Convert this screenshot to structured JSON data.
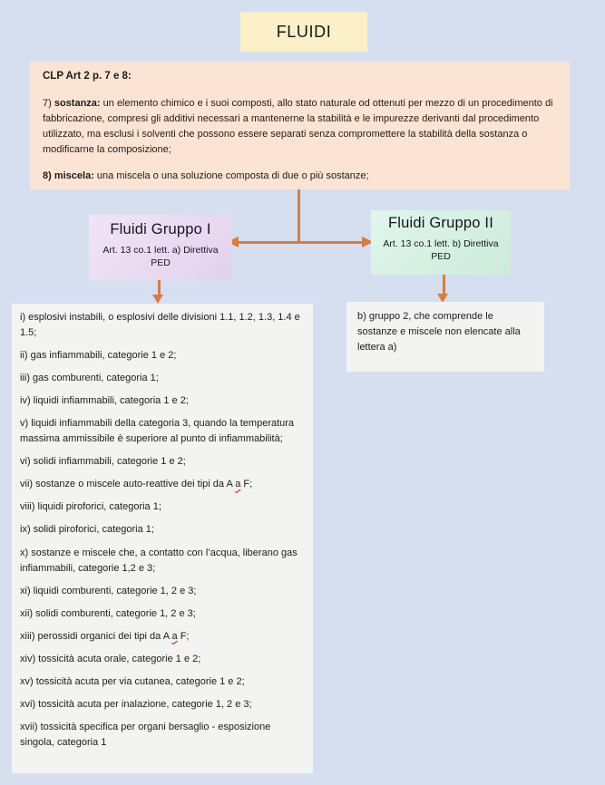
{
  "title": "FLUIDI",
  "clp": {
    "heading": "CLP Art 2 p. 7 e 8:",
    "p7_prefix": "7) ",
    "p7_term": "sostanza:",
    "p7_text": "  un elemento chimico e i suoi composti, allo stato naturale od ottenuti per mezzo di un procedimento di fabbricazione, compresi gli additivi necessari a mantenerne la stabilità e le impurezze derivanti dal procedimento utilizzato, ma esclusi i solventi che possono essere separati senza compromettere la stabilità della sostanza o modificarne la composizione;",
    "p8_term": "8) miscela:",
    "p8_text": " una miscela o una soluzione composta di due o più sostanze;"
  },
  "group1": {
    "title": "Fluidi Gruppo I",
    "subtitle": "Art. 13 co.1 lett. a) Direttiva PED",
    "items": [
      "i) esplosivi instabili, o esplosivi delle divisioni 1.1, 1.2, 1.3, 1.4 e 1.5;",
      "ii) gas infiammabili, categorie 1 e 2;",
      "iii) gas comburenti, categoria 1;",
      "iv) liquidi infiammabili, categoria 1 e 2;",
      "v) liquidi infiammabili della categoria 3, quando la temperatura massima ammissibile è superiore al punto di infiammabilità;",
      "vi) solidi infiammabili, categorie 1 e 2;",
      [
        "vii) sostanze o miscele auto-reattive dei tipi da A ",
        {
          "text": "a",
          "squiggle": true
        },
        " F;"
      ],
      "viii) liquidi piroforici, categoria 1;",
      "ix) solidi piroforici, categoria 1;",
      "x) sostanze e miscele che, a contatto con l’acqua, liberano gas infiammabili, categorie 1,2 e 3;",
      "xi) liquidi comburenti, categorie 1, 2 e 3;",
      "xii) solidi comburenti, categorie 1, 2 e 3;",
      [
        "xiii) perossidi organici dei tipi da A ",
        {
          "text": "a",
          "squiggle": true
        },
        " F;"
      ],
      "xiv) tossicità acuta orale, categorie 1 e 2;",
      "xv) tossicità acuta per via cutanea, categorie 1 e 2;",
      "xvi) tossicità acuta per inalazione, categorie 1, 2 e 3;",
      "xvii) tossicità specifica per organi bersaglio - esposizione singola, categoria 1"
    ]
  },
  "group2": {
    "title": "Fluidi Gruppo II",
    "subtitle": "Art. 13 co.1 lett. b) Direttiva PED",
    "note": "b) gruppo 2, che comprende le sostanze e miscele non elencate alla lettera a)"
  },
  "colors": {
    "page_bg": "#d6dff0",
    "title_box_bg": "#fbf0c8",
    "clp_box_bg": "#fce4d4",
    "group1_bg": "#eadaf1",
    "group2_bg": "#d6f0e2",
    "list_bg": "#f3f3f1",
    "arrow_accent": "#d97c41",
    "squiggle": "#d00000"
  }
}
